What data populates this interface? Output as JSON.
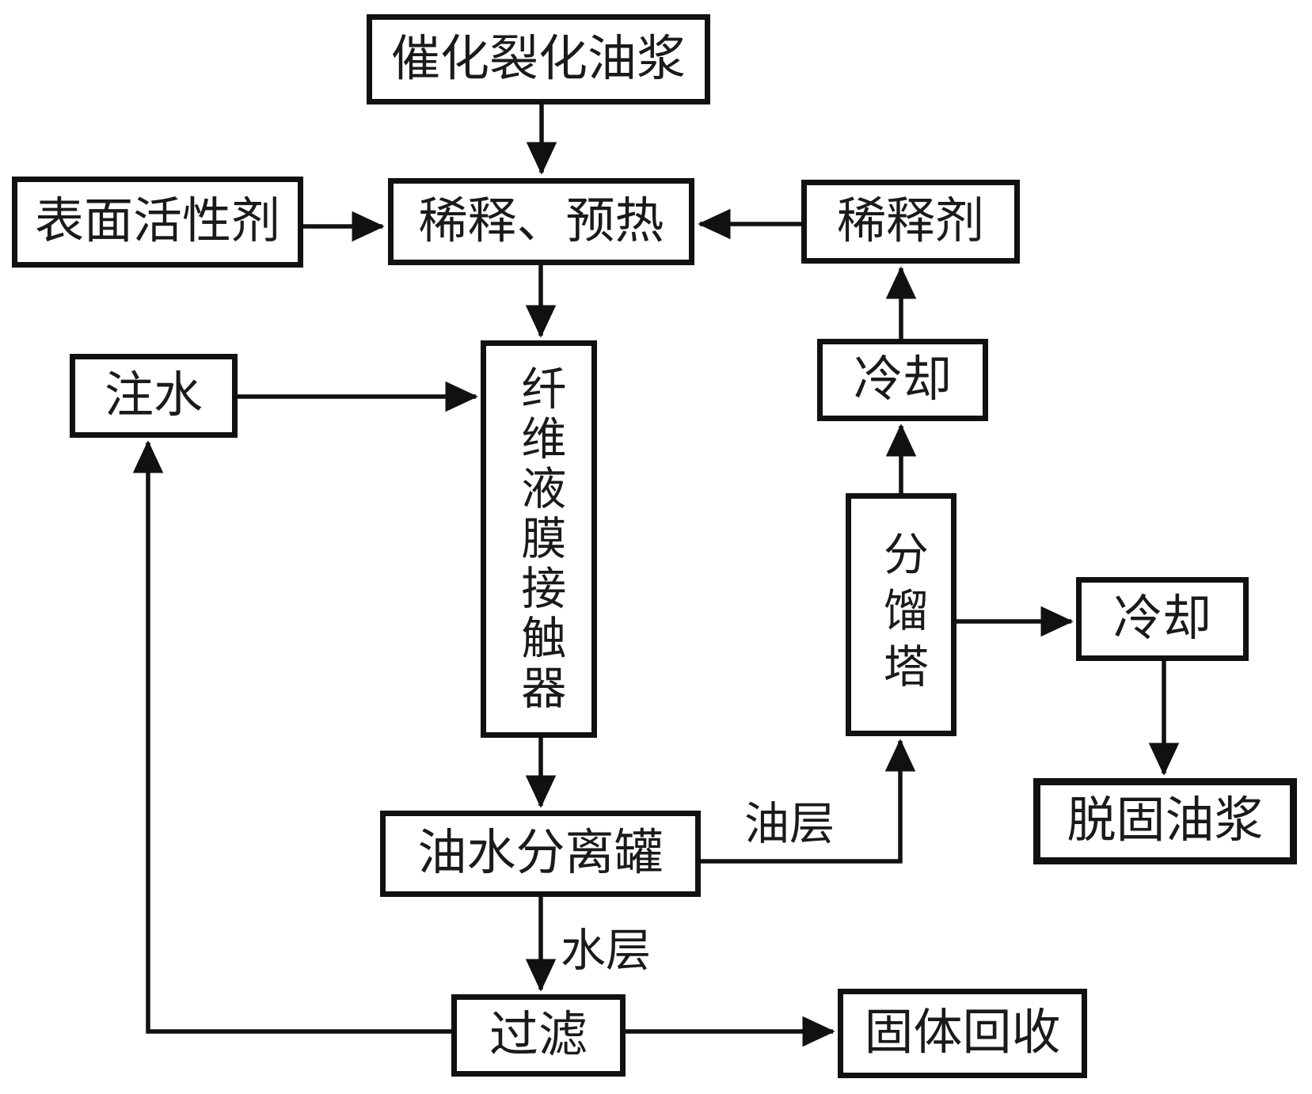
{
  "diagram": {
    "description": "Process flow diagram for de-solids treatment of catalytic cracking oil slurry",
    "colors": {
      "line": "#111111",
      "box_background": "#ffffff",
      "page_background": "#ffffff",
      "text": "#1a1a1a"
    },
    "nodes": {
      "feed": {
        "label": "催化裂化油浆"
      },
      "surfactant": {
        "label": "表面活性剂"
      },
      "dilute_preheat": {
        "label": "稀释、预热"
      },
      "diluent": {
        "label": "稀释剂"
      },
      "water_injection": {
        "label": "注水"
      },
      "fiber_contactor": {
        "label": "纤维液膜接触器"
      },
      "cooling_top": {
        "label": "冷却"
      },
      "fractionator": {
        "label": "分馏塔"
      },
      "cooling_right": {
        "label": "冷却"
      },
      "separator": {
        "label": "油水分离罐"
      },
      "desolid_slurry": {
        "label": "脱固油浆"
      },
      "filter": {
        "label": "过滤"
      },
      "solid_recovery": {
        "label": "固体回收"
      }
    },
    "edge_labels": {
      "oil_layer": "油层",
      "water_layer": "水层"
    },
    "edges": [
      {
        "from": "feed",
        "to": "dilute_preheat",
        "label": ""
      },
      {
        "from": "surfactant",
        "to": "dilute_preheat",
        "label": ""
      },
      {
        "from": "diluent",
        "to": "dilute_preheat",
        "label": ""
      },
      {
        "from": "dilute_preheat",
        "to": "fiber_contactor",
        "label": ""
      },
      {
        "from": "water_injection",
        "to": "fiber_contactor",
        "label": ""
      },
      {
        "from": "cooling_top",
        "to": "diluent",
        "label": ""
      },
      {
        "from": "fractionator",
        "to": "cooling_top",
        "label": ""
      },
      {
        "from": "fractionator",
        "to": "cooling_right",
        "label": ""
      },
      {
        "from": "cooling_right",
        "to": "desolid_slurry",
        "label": ""
      },
      {
        "from": "fiber_contactor",
        "to": "separator",
        "label": ""
      },
      {
        "from": "separator",
        "to": "fractionator",
        "label": "油层"
      },
      {
        "from": "separator",
        "to": "filter",
        "label": "水层"
      },
      {
        "from": "filter",
        "to": "solid_recovery",
        "label": ""
      },
      {
        "from": "filter",
        "to": "water_injection",
        "label": ""
      }
    ]
  }
}
